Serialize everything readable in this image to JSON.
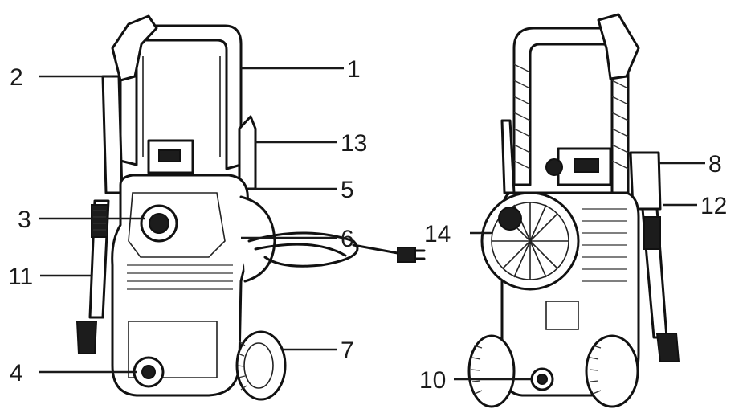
{
  "callouts": {
    "c1": "1",
    "c2": "2",
    "c3": "3",
    "c4": "4",
    "c5": "5",
    "c6": "6",
    "c7": "7",
    "c8": "8",
    "c10": "10",
    "c11": "11",
    "c12": "12",
    "c13": "13",
    "c14": "14"
  }
}
